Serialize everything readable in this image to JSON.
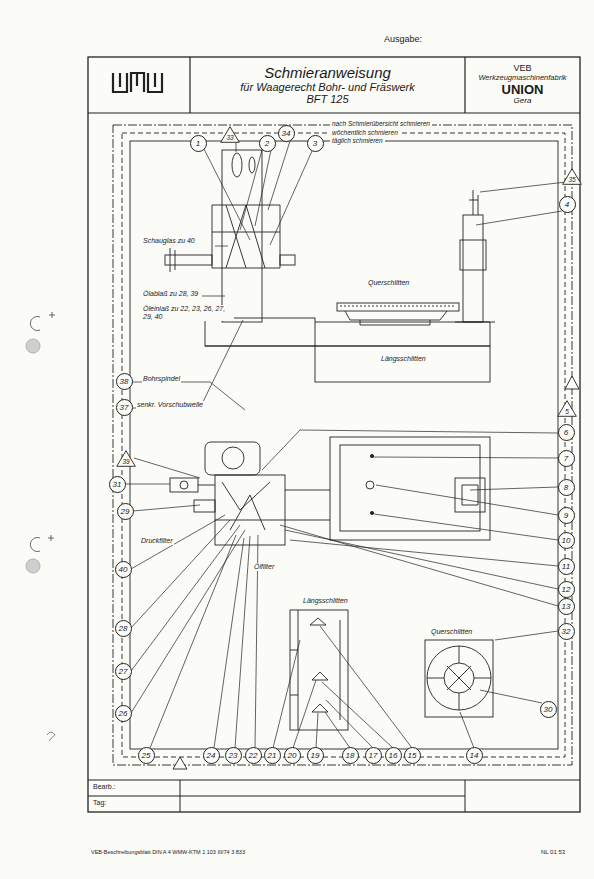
{
  "diagram": {
    "title": "Schmieranweisung",
    "nodes": [
      {
        "text": [
          "Schmieranweisung",
          "für Waagerecht Bohr- und Fräswerk",
          "BFT 125"
        ]
      },
      {
        "text": [
          "VEB",
          "Werkzeugmaschinenfabrik",
          "UNION",
          "Gera"
        ]
      },
      {
        "text": [
          "33"
        ]
      },
      {
        "text": [
          "1"
        ]
      },
      {
        "text": [
          "2"
        ]
      },
      {
        "text": [
          "34"
        ]
      },
      {
        "text": [
          "3"
        ]
      },
      {
        "text": [
          "35"
        ]
      },
      {
        "text": [
          "4"
        ]
      },
      {
        "text": [
          "38"
        ]
      },
      {
        "text": [
          "37"
        ]
      },
      {
        "text": [
          "5"
        ]
      },
      {
        "text": [
          "6"
        ]
      },
      {
        "text": [
          "39"
        ]
      },
      {
        "text": [
          "7"
        ]
      },
      {
        "text": [
          "31"
        ]
      },
      {
        "text": [
          "8"
        ]
      },
      {
        "text": [
          "29"
        ]
      },
      {
        "text": [
          "9"
        ]
      },
      {
        "text": [
          "10"
        ]
      },
      {
        "text": [
          "11"
        ]
      },
      {
        "text": [
          "40"
        ]
      },
      {
        "text": [
          "12"
        ]
      },
      {
        "text": [
          "13"
        ]
      },
      {
        "text": [
          "28"
        ]
      },
      {
        "text": [
          "32"
        ]
      },
      {
        "text": [
          "27"
        ]
      },
      {
        "text": [
          "30"
        ]
      },
      {
        "text": [
          "26"
        ]
      },
      {
        "text": [
          "25"
        ]
      },
      {
        "text": [
          "24"
        ]
      },
      {
        "text": [
          "23"
        ]
      },
      {
        "text": [
          "22"
        ]
      },
      {
        "text": [
          "21"
        ]
      },
      {
        "text": [
          "20"
        ]
      },
      {
        "text": [
          "19"
        ]
      },
      {
        "text": [
          "18"
        ]
      },
      {
        "text": [
          "17"
        ]
      },
      {
        "text": [
          "16"
        ]
      },
      {
        "text": [
          "15"
        ]
      },
      {
        "text": [
          "14"
        ]
      }
    ],
    "labels": [
      "Ausgabe:",
      "Schauglas zu 40",
      "Ölablaß zu 28, 39",
      "Öleinlaß zu 22, 23, 26, 27, 29, 40",
      "Querschlitten",
      "Längsschlitten",
      "Bohrspindel",
      "senkr. Vorschubwelle",
      "Druckfilter",
      "Ölfilter",
      "Längsschlitten",
      "Querschlitten",
      "Bearb.:",
      "Tag:",
      "VEB-Beschreibungsblatt DIN A 4 WMW-KTM 1 103 III/74 3 833",
      "NL 01 53"
    ],
    "legend": [
      {
        "text": "nach Schmierübersicht schmieren"
      },
      {
        "text": "wöchentlich schmieren"
      },
      {
        "text": "täglich schmieren"
      }
    ]
  }
}
